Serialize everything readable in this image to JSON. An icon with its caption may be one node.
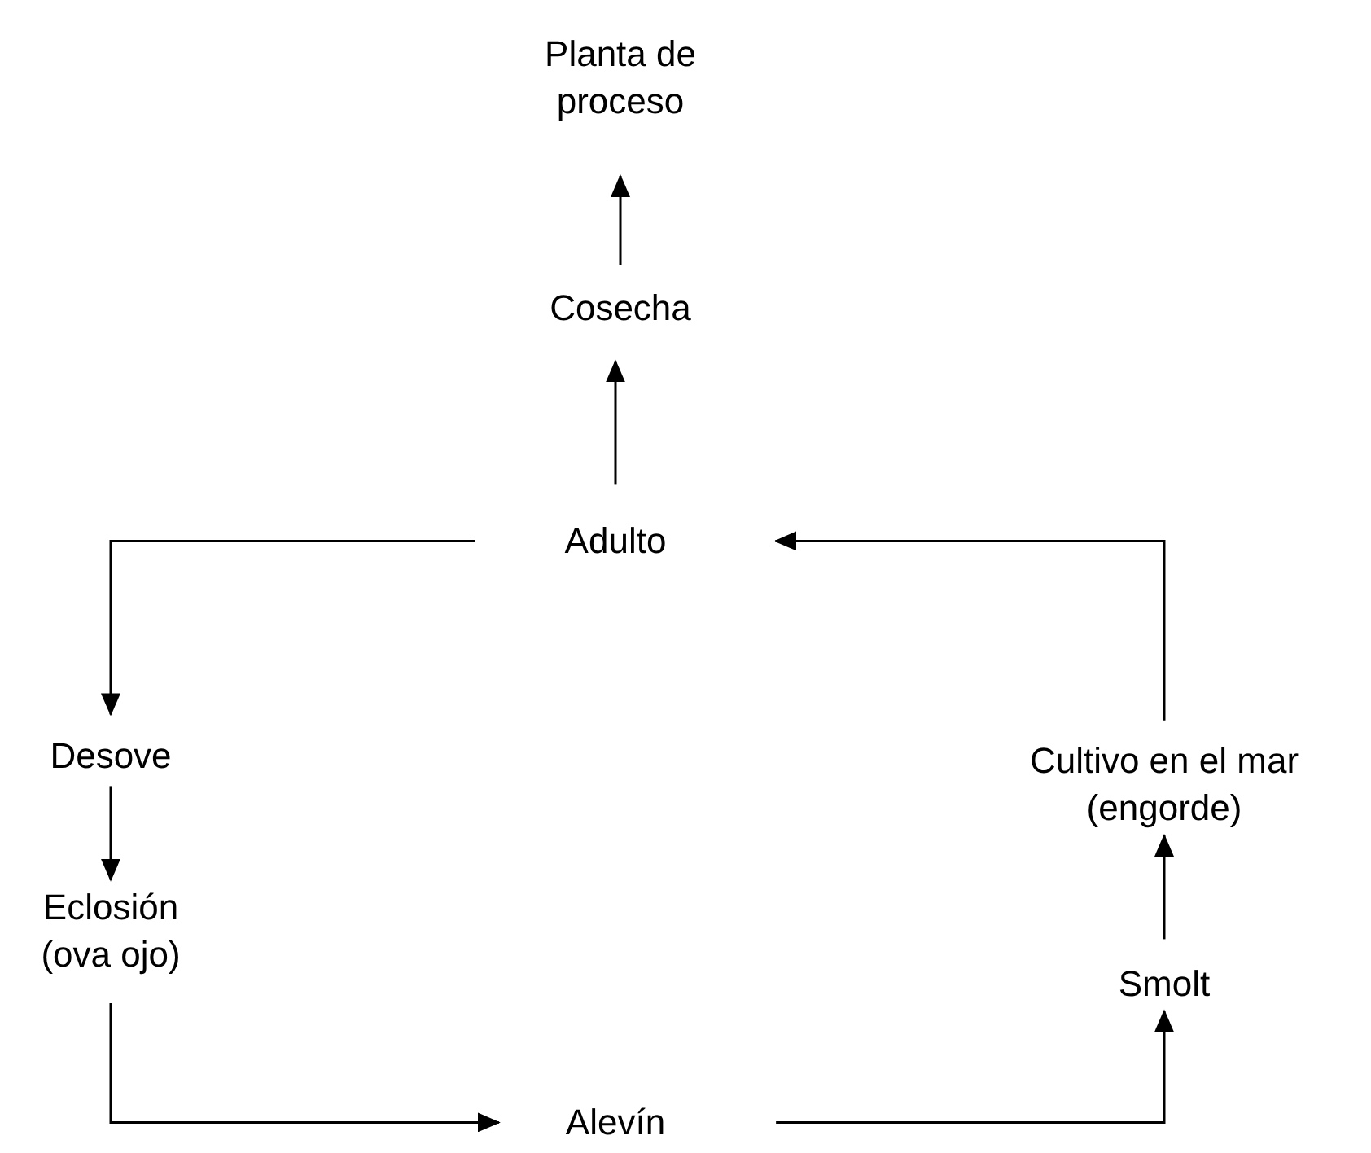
{
  "diagram": {
    "nodes": [
      {
        "text": [
          "Planta de proceso"
        ]
      },
      {
        "text": [
          "Cosecha"
        ]
      },
      {
        "text": [
          "Adulto"
        ]
      },
      {
        "text": [
          "Desove"
        ]
      },
      {
        "text": [
          "Eclosión (ova ojo)"
        ]
      },
      {
        "text": [
          "Alevín"
        ]
      },
      {
        "text": [
          "Smolt"
        ]
      },
      {
        "text": [
          "Cultivo en el mar (engorde)"
        ]
      }
    ],
    "edges": [
      {
        "from": 1,
        "to": 0,
        "arrow": "to"
      },
      {
        "from": 2,
        "to": 1,
        "arrow": "to"
      },
      {
        "from": 2,
        "to": 3,
        "arrow": "to"
      },
      {
        "from": 3,
        "to": 4,
        "arrow": "to"
      },
      {
        "from": 4,
        "to": 5,
        "arrow": "to"
      },
      {
        "from": 5,
        "to": 6,
        "arrow": "to"
      },
      {
        "from": 6,
        "to": 7,
        "arrow": "to"
      },
      {
        "from": 7,
        "to": 2,
        "arrow": "to"
      }
    ]
  }
}
